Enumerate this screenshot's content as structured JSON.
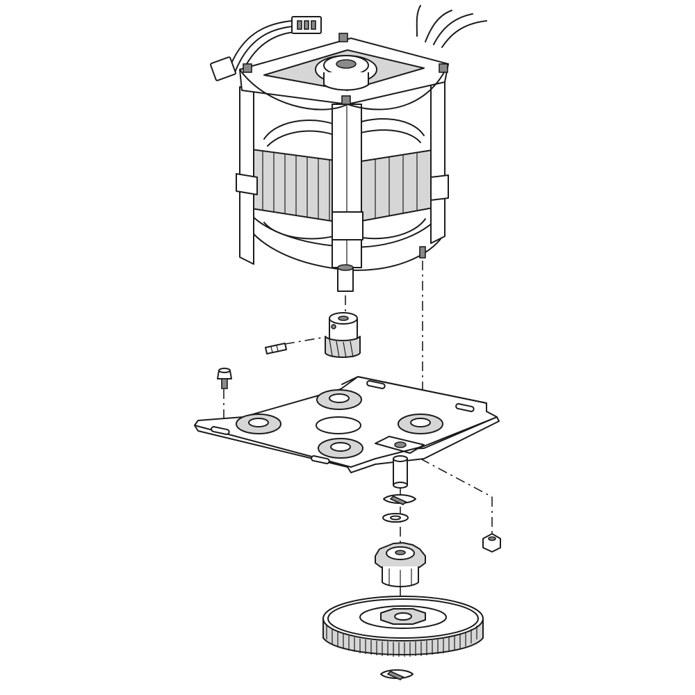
{
  "diagram": {
    "type": "exploded-parts-diagram",
    "parts": [
      "wire-harness-connector",
      "drive-motor",
      "motor-shaft",
      "pinion-gear",
      "roll-pin",
      "mounting-screw",
      "mounting-plate",
      "drive-shaft",
      "spring-clip",
      "flat-washer",
      "hex-nut",
      "drive-pulley",
      "drive-gear",
      "retaining-clip"
    ]
  }
}
